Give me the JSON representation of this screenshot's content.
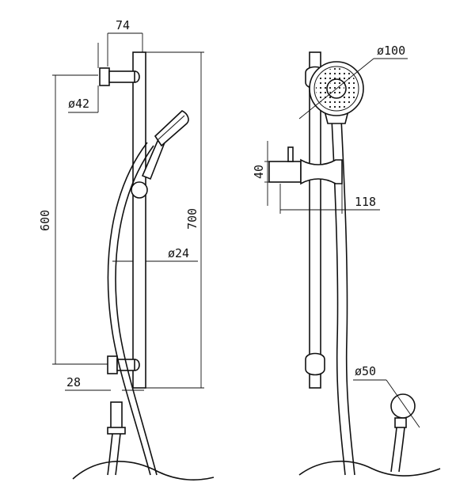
{
  "dimensions": {
    "bar_offset": "74",
    "bracket_diameter": "ø42",
    "bracket_spacing": "600",
    "rail_length": "700",
    "rail_diameter": "ø24",
    "outlet_offset": "28",
    "head_diameter": "ø100",
    "slider_height": "40",
    "slider_projection": "118",
    "elbow_diameter": "ø50"
  }
}
